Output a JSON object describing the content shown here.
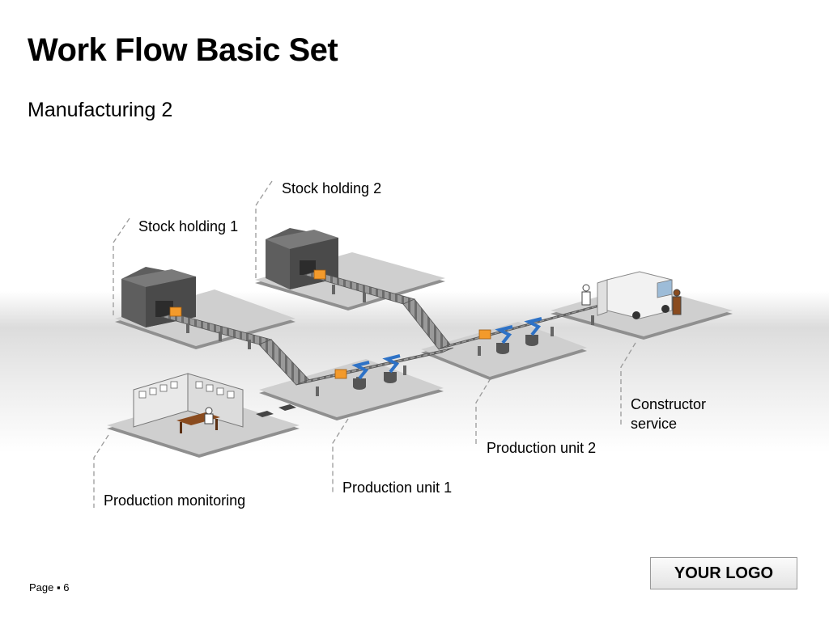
{
  "slide": {
    "title": "Work Flow Basic Set",
    "subtitle": "Manufacturing 2"
  },
  "labels": {
    "stock_holding_1": "Stock holding 1",
    "stock_holding_2": "Stock holding 2",
    "production_monitoring": "Production monitoring",
    "production_unit_1": "Production unit 1",
    "production_unit_2": "Production unit 2",
    "constructor_service_line1": "Constructor",
    "constructor_service_line2": "service"
  },
  "footer": {
    "page_text": "Page ▪ 6"
  },
  "logo": {
    "text": "YOUR LOGO"
  },
  "colors": {
    "platform": "#c9c9c9",
    "platform_edge": "#8f8f8f",
    "conveyor": "#7a7a7a",
    "box": "#f39a2b",
    "robot_arm": "#2e72c6",
    "warehouse": "#5d5d5d",
    "desk": "#8a4b1e",
    "leader_line": "#999999"
  }
}
